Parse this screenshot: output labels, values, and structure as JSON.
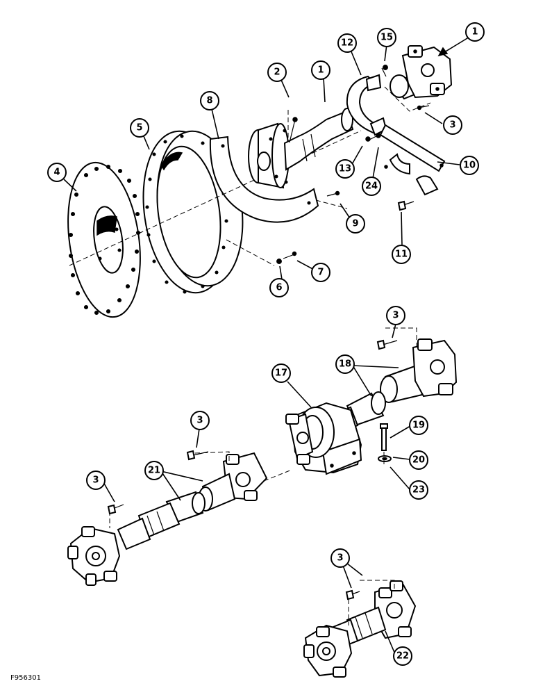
{
  "figure_id": "F956301",
  "callouts": [
    {
      "label": "1"
    },
    {
      "label": "15"
    },
    {
      "label": "12"
    },
    {
      "label": "2"
    },
    {
      "label": "1"
    },
    {
      "label": "8"
    },
    {
      "label": "3"
    },
    {
      "label": "5"
    },
    {
      "label": "4"
    },
    {
      "label": "13"
    },
    {
      "label": "24"
    },
    {
      "label": "10"
    },
    {
      "label": "9"
    },
    {
      "label": "11"
    },
    {
      "label": "7"
    },
    {
      "label": "6"
    },
    {
      "label": "3"
    },
    {
      "label": "17"
    },
    {
      "label": "18"
    },
    {
      "label": "3"
    },
    {
      "label": "19"
    },
    {
      "label": "21"
    },
    {
      "label": "20"
    },
    {
      "label": "23"
    },
    {
      "label": "3"
    },
    {
      "label": "3"
    },
    {
      "label": "22"
    }
  ]
}
